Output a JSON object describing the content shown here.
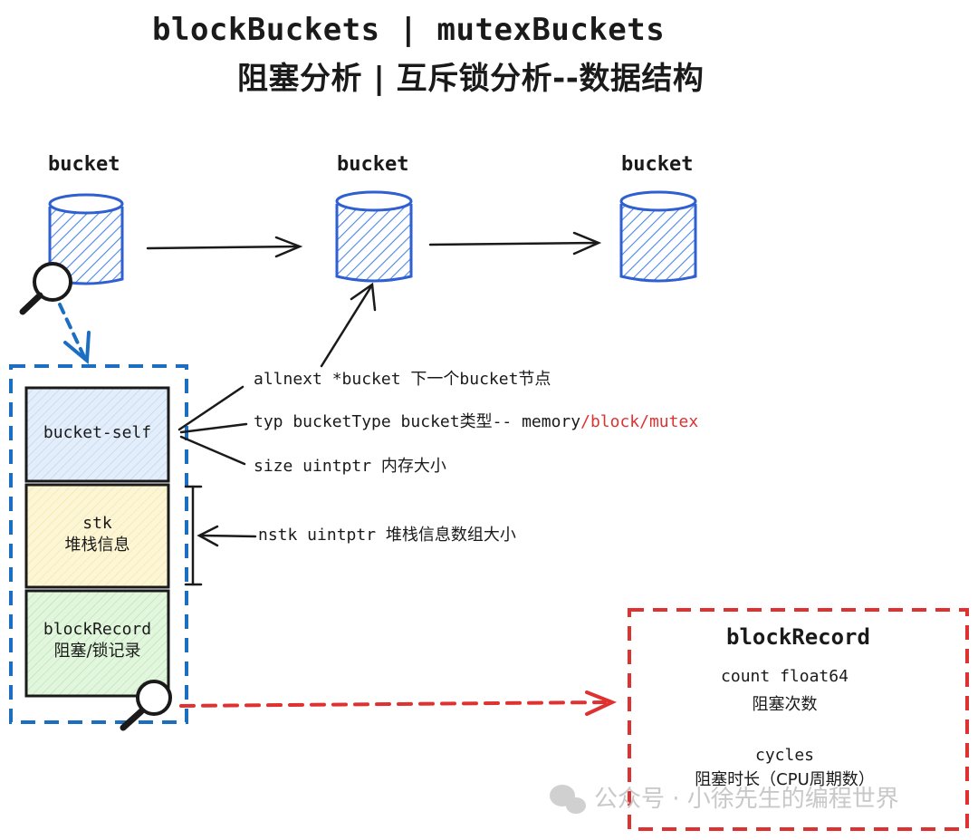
{
  "title": {
    "line1": "blockBuckets  |  mutexBuckets",
    "line2": "阻塞分析  |  互斥锁分析--数据结构"
  },
  "buckets": [
    {
      "label": "bucket"
    },
    {
      "label": "bucket"
    },
    {
      "label": "bucket"
    }
  ],
  "struct": {
    "bucket_self": "bucket-self",
    "stk_line1": "stk",
    "stk_line2": "堆栈信息",
    "block_record_line1": "blockRecord",
    "block_record_line2": "阻塞/锁记录"
  },
  "fields": {
    "allnext": "allnext *bucket  下一个bucket节点",
    "typ_prefix": "typ bucketType  bucket类型-- memory",
    "typ_suffix": "/block/mutex",
    "size": "size uintptr  内存大小",
    "nstk": "nstk uintptr  堆栈信息数组大小"
  },
  "record": {
    "title": "blockRecord",
    "count_name": "count float64",
    "count_desc": "阻塞次数",
    "cycles_name": "cycles",
    "cycles_desc": "阻塞时长（CPU周期数）"
  },
  "watermark": "公众号 · 小徐先生的编程世界",
  "colors": {
    "blue": "#2f5fd0",
    "dashed_blue": "#1c6fc0",
    "red": "#e03131",
    "hatch_blue": "#4a86e8",
    "fill_blue": "#d6e6f7",
    "fill_yellow": "#fdf3c8",
    "fill_green": "#d8f3d4"
  }
}
